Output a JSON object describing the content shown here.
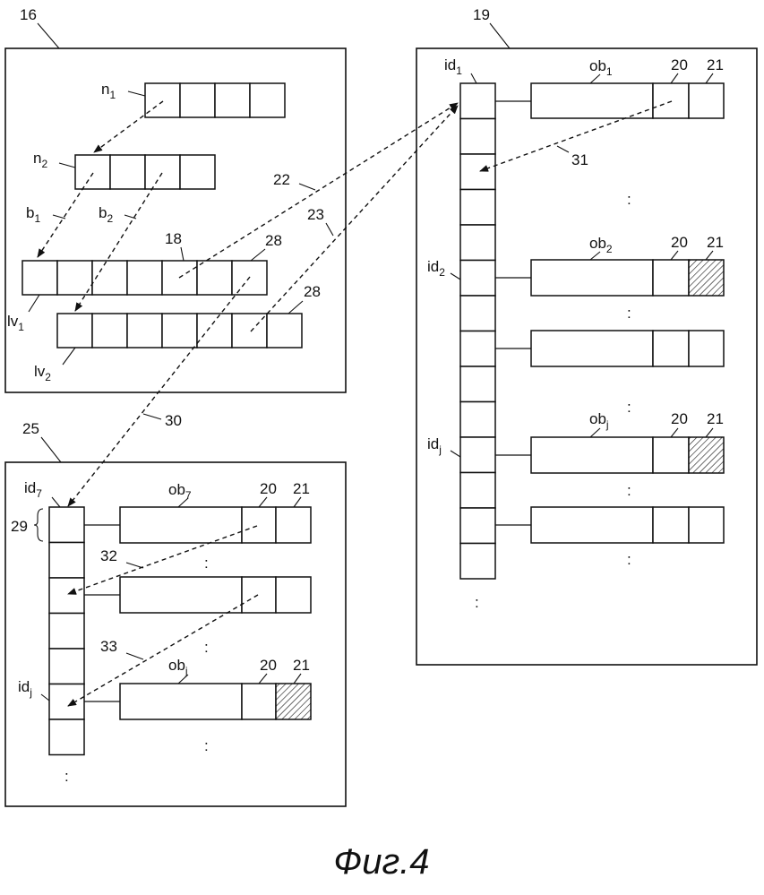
{
  "figure": {
    "caption": "Фиг.4"
  },
  "refs": {
    "r16": "16",
    "r19": "19",
    "r25": "25",
    "r18": "18",
    "r22": "22",
    "r23": "23",
    "r28a": "28",
    "r28b": "28",
    "r30": "30",
    "r31": "31",
    "r32": "32",
    "r33": "33",
    "r29": "29",
    "r20": "20",
    "r21": "21"
  },
  "labels": {
    "n1": {
      "base": "n",
      "sub": "1"
    },
    "n2": {
      "base": "n",
      "sub": "2"
    },
    "b1": {
      "base": "b",
      "sub": "1"
    },
    "b2": {
      "base": "b",
      "sub": "2"
    },
    "lv1": {
      "base": "lv",
      "sub": "1"
    },
    "lv2": {
      "base": "lv",
      "sub": "2"
    },
    "id1": {
      "base": "id",
      "sub": "1"
    },
    "id2": {
      "base": "id",
      "sub": "2"
    },
    "idj_right": {
      "base": "id",
      "sub": "j"
    },
    "ob1": {
      "base": "ob",
      "sub": "1"
    },
    "ob2": {
      "base": "ob",
      "sub": "2"
    },
    "obj_right": {
      "base": "ob",
      "sub": "j"
    },
    "id7": {
      "base": "id",
      "sub": "7"
    },
    "ob7": {
      "base": "ob",
      "sub": "7"
    },
    "idj_bottom": {
      "base": "id",
      "sub": "j"
    },
    "obj_bottom": {
      "base": "ob",
      "sub": "j"
    }
  },
  "ellipsis": ":",
  "colors": {
    "ink": "#111111",
    "paper": "#ffffff"
  }
}
